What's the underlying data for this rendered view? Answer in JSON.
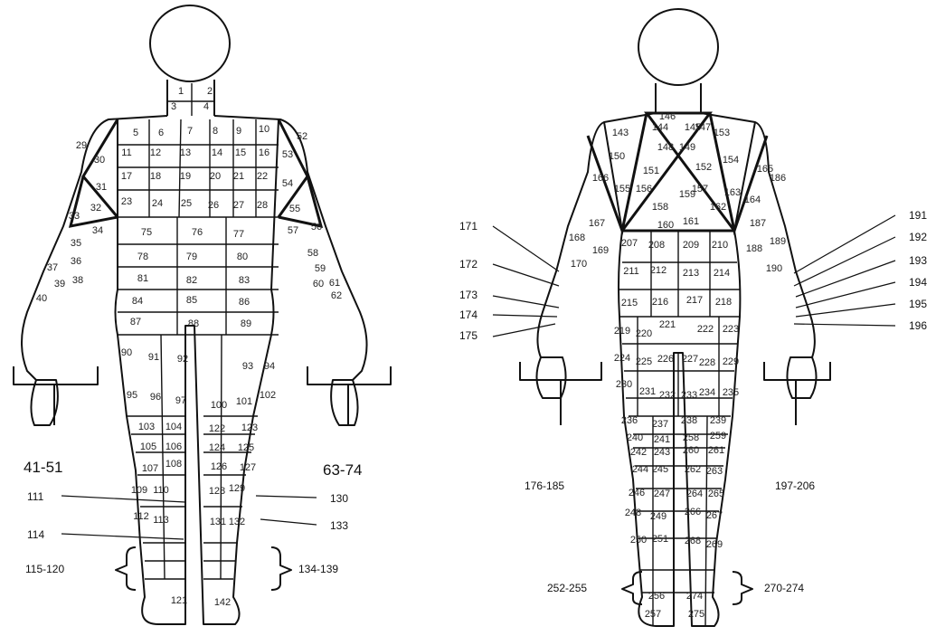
{
  "front_figure": {
    "segments": [
      "1",
      "2",
      "3",
      "4",
      "5",
      "6",
      "7",
      "8",
      "9",
      "10",
      "11",
      "12",
      "13",
      "14",
      "15",
      "16",
      "17",
      "18",
      "19",
      "20",
      "21",
      "22",
      "23",
      "24",
      "25",
      "26",
      "27",
      "28",
      "29",
      "30",
      "31",
      "32",
      "33",
      "34",
      "35",
      "36",
      "37",
      "38",
      "39",
      "40",
      "52",
      "53",
      "54",
      "55",
      "56",
      "57",
      "58",
      "59",
      "60",
      "61",
      "62",
      "75",
      "76",
      "77",
      "78",
      "79",
      "80",
      "81",
      "82",
      "83",
      "84",
      "85",
      "86",
      "87",
      "88",
      "89",
      "90",
      "91",
      "92",
      "93",
      "94",
      "95",
      "96",
      "97",
      "100",
      "101",
      "102",
      "103",
      "104",
      "105",
      "106",
      "107",
      "108",
      "109",
      "110",
      "112",
      "113",
      "121",
      "122",
      "123",
      "124",
      "125",
      "126",
      "127",
      "128",
      "129",
      "131",
      "132",
      "142"
    ],
    "callouts": {
      "left_hand": "41-51",
      "right_hand": "63-74",
      "c111": "111",
      "c114": "114",
      "c115": "115-120",
      "c130": "130",
      "c133": "133",
      "c134": "134-139"
    }
  },
  "back_figure": {
    "segments": [
      "143",
      "144",
      "145",
      "146",
      "147",
      "148",
      "149",
      "150",
      "151",
      "152",
      "153",
      "154",
      "155",
      "156",
      "157",
      "158",
      "159",
      "160",
      "161",
      "162",
      "163",
      "164",
      "165",
      "166",
      "167",
      "168",
      "169",
      "170",
      "186",
      "187",
      "188",
      "189",
      "190",
      "207",
      "208",
      "209",
      "210",
      "211",
      "212",
      "213",
      "214",
      "215",
      "216",
      "217",
      "218",
      "219",
      "220",
      "221",
      "222",
      "223",
      "224",
      "225",
      "226",
      "227",
      "228",
      "229",
      "230",
      "231",
      "232",
      "233",
      "234",
      "235",
      "236",
      "237",
      "238",
      "239",
      "240",
      "241",
      "242",
      "243",
      "244",
      "245",
      "246",
      "247",
      "248",
      "249",
      "250",
      "251",
      "256",
      "257",
      "258",
      "259",
      "260",
      "261",
      "262",
      "263",
      "264",
      "265",
      "266",
      "267",
      "268",
      "269",
      "274",
      "275"
    ],
    "callouts": {
      "c171": "171",
      "c172": "172",
      "c173": "173",
      "c174": "174",
      "c175": "175",
      "left_hand": "176-185",
      "c191": "191",
      "c192": "192",
      "c193": "193",
      "c194": "194",
      "c195": "195",
      "c196": "196",
      "right_hand": "197-206",
      "left_foot": "252-255",
      "right_foot": "270-274"
    }
  }
}
